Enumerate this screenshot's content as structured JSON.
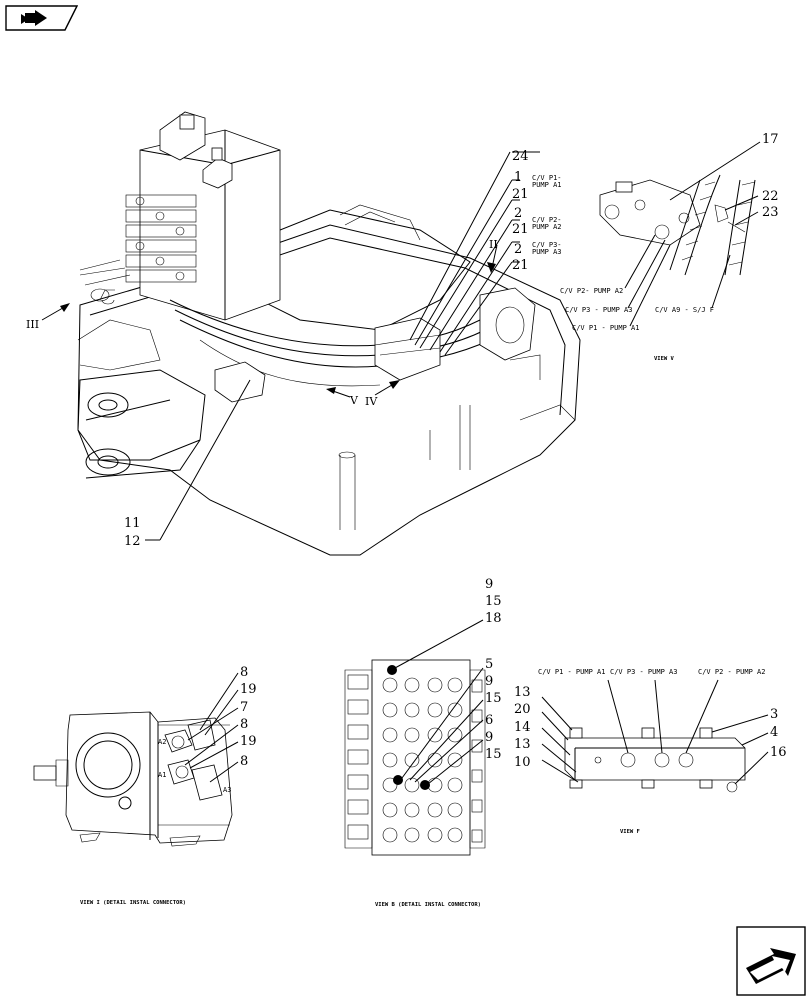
{
  "callouts": {
    "c24": "24",
    "c1": "1",
    "c21a": "21",
    "c2a": "2",
    "c21b": "21",
    "c2b": "2",
    "c21c": "21",
    "c17": "17",
    "c22": "22",
    "c23": "23",
    "c11": "11",
    "c12": "12",
    "c9a": "9",
    "c15a": "15",
    "c18": "18",
    "c5": "5",
    "c9b": "9",
    "c15b": "15",
    "c6": "6",
    "c9c": "9",
    "c15c": "15",
    "c8a": "8",
    "c19a": "19",
    "c7": "7",
    "c8b": "8",
    "c19b": "19",
    "c8c": "8",
    "c13a": "13",
    "c20": "20",
    "c14": "14",
    "c13b": "13",
    "c10": "10",
    "c3": "3",
    "c4": "4",
    "c16": "16"
  },
  "labels": {
    "p1_line1": "C/V P1-",
    "p1_line2": "PUMP A1",
    "p2_line1": "C/V P2-",
    "p2_line2": "PUMP A2",
    "p3_line1": "C/V P3-",
    "p3_line2": "PUMP A3",
    "v_p2": "C/V P2- PUMP A2",
    "v_p3": "C/V P3 - PUMP A3",
    "v_p1": "C/V P1 - PUMP A1",
    "v_a9": "C/V A9 - S/J F",
    "f_p1": "C/V P1 - PUMP A1",
    "f_p3": "C/V P3 - PUMP A3",
    "f_p2": "C/V P2 - PUMP A2",
    "port_a2": "A2",
    "port_a1": "A1",
    "port_a3": "A3"
  },
  "roman": {
    "r3": "III",
    "r2": "II",
    "r4": "IV",
    "r5": "V"
  },
  "views": {
    "view_v": "VIEW V",
    "view_f": "VIEW F",
    "view_i": "VIEW I     (DETAIL INSTAL CONNECTOR)",
    "view_ii": "VIEW B     (DETAIL INSTAL CONNECTOR)"
  },
  "icons": {
    "top": "book-arrow-icon",
    "bottom": "next-page-arrow-icon"
  }
}
